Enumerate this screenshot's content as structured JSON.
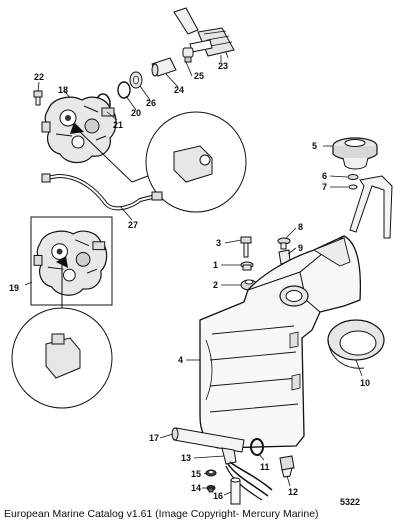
{
  "diagram": {
    "figure_number": "5322",
    "caption": "European Marine Catalog v1.61 (Image Copyright- Mercury Marine)",
    "callouts": [
      "1",
      "2",
      "3",
      "4",
      "5",
      "6",
      "7",
      "8",
      "9",
      "10",
      "11",
      "12",
      "13",
      "14",
      "15",
      "16",
      "17",
      "18",
      "19",
      "20",
      "21",
      "22",
      "23",
      "24",
      "25",
      "26",
      "27"
    ]
  }
}
